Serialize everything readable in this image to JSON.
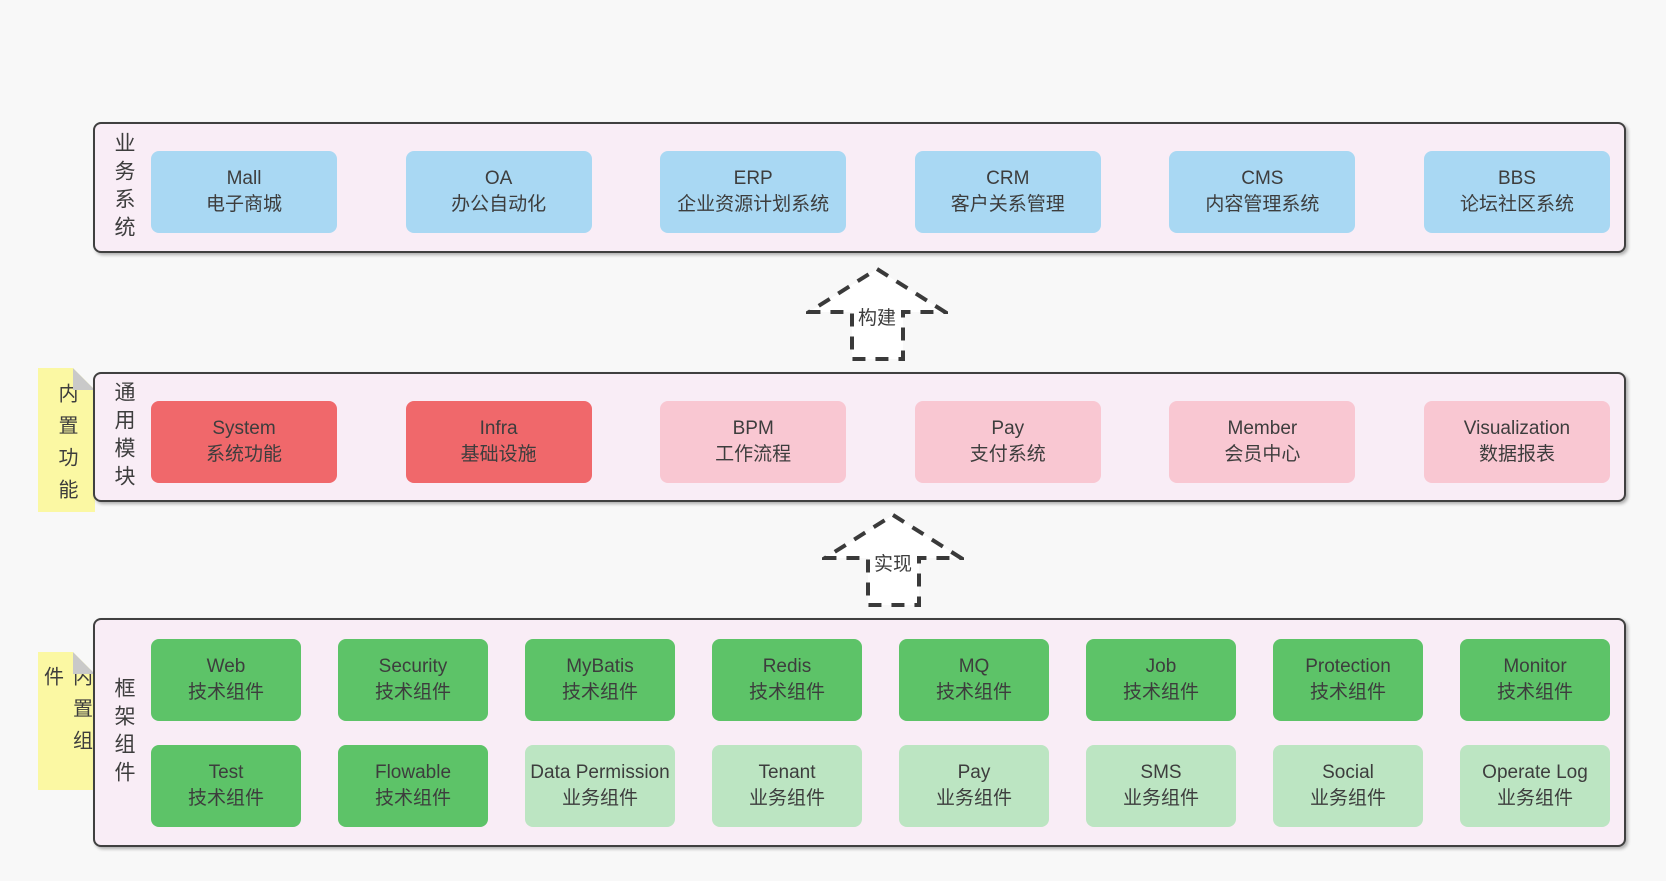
{
  "palette": {
    "page_bg": "#f8f8f8",
    "panel_bg": "#f9edf6",
    "panel_border": "#404040",
    "blue_box": "#a9d8f3",
    "red_box": "#f0686b",
    "pink_box": "#f9c7d2",
    "green_box": "#5dc368",
    "light_green_box": "#bce5c2",
    "sticky_yellow": "#fbf8a3",
    "sticky_fold": "#c9c9c9",
    "text": "#3d3d3d"
  },
  "arrows": {
    "build_label": "构建",
    "implement_label": "实现"
  },
  "layer1": {
    "label": "业务系统",
    "boxes": [
      {
        "name": "Mall",
        "subtitle": "电子商城"
      },
      {
        "name": "OA",
        "subtitle": "办公自动化"
      },
      {
        "name": "ERP",
        "subtitle": "企业资源计划系统"
      },
      {
        "name": "CRM",
        "subtitle": "客户关系管理"
      },
      {
        "name": "CMS",
        "subtitle": "内容管理系统"
      },
      {
        "name": "BBS",
        "subtitle": "论坛社区系统"
      }
    ]
  },
  "layer2": {
    "label": "通用模块",
    "sticky": "内置功能",
    "boxes": [
      {
        "name": "System",
        "subtitle": "系统功能"
      },
      {
        "name": "Infra",
        "subtitle": "基础设施"
      },
      {
        "name": "BPM",
        "subtitle": "工作流程"
      },
      {
        "name": "Pay",
        "subtitle": "支付系统"
      },
      {
        "name": "Member",
        "subtitle": "会员中心"
      },
      {
        "name": "Visualization",
        "subtitle": "数据报表"
      }
    ]
  },
  "layer3": {
    "label": "框架组件",
    "sticky": "内置组件",
    "row1": [
      {
        "name": "Web",
        "subtitle": "技术组件"
      },
      {
        "name": "Security",
        "subtitle": "技术组件"
      },
      {
        "name": "MyBatis",
        "subtitle": "技术组件"
      },
      {
        "name": "Redis",
        "subtitle": "技术组件"
      },
      {
        "name": "MQ",
        "subtitle": "技术组件"
      },
      {
        "name": "Job",
        "subtitle": "技术组件"
      },
      {
        "name": "Protection",
        "subtitle": "技术组件"
      },
      {
        "name": "Monitor",
        "subtitle": "技术组件"
      }
    ],
    "row2": [
      {
        "name": "Test",
        "subtitle": "技术组件"
      },
      {
        "name": "Flowable",
        "subtitle": "技术组件"
      },
      {
        "name": "Data Permission",
        "subtitle": "业务组件"
      },
      {
        "name": "Tenant",
        "subtitle": "业务组件"
      },
      {
        "name": "Pay",
        "subtitle": "业务组件"
      },
      {
        "name": "SMS",
        "subtitle": "业务组件"
      },
      {
        "name": "Social",
        "subtitle": "业务组件"
      },
      {
        "name": "Operate Log",
        "subtitle": "业务组件"
      }
    ]
  }
}
